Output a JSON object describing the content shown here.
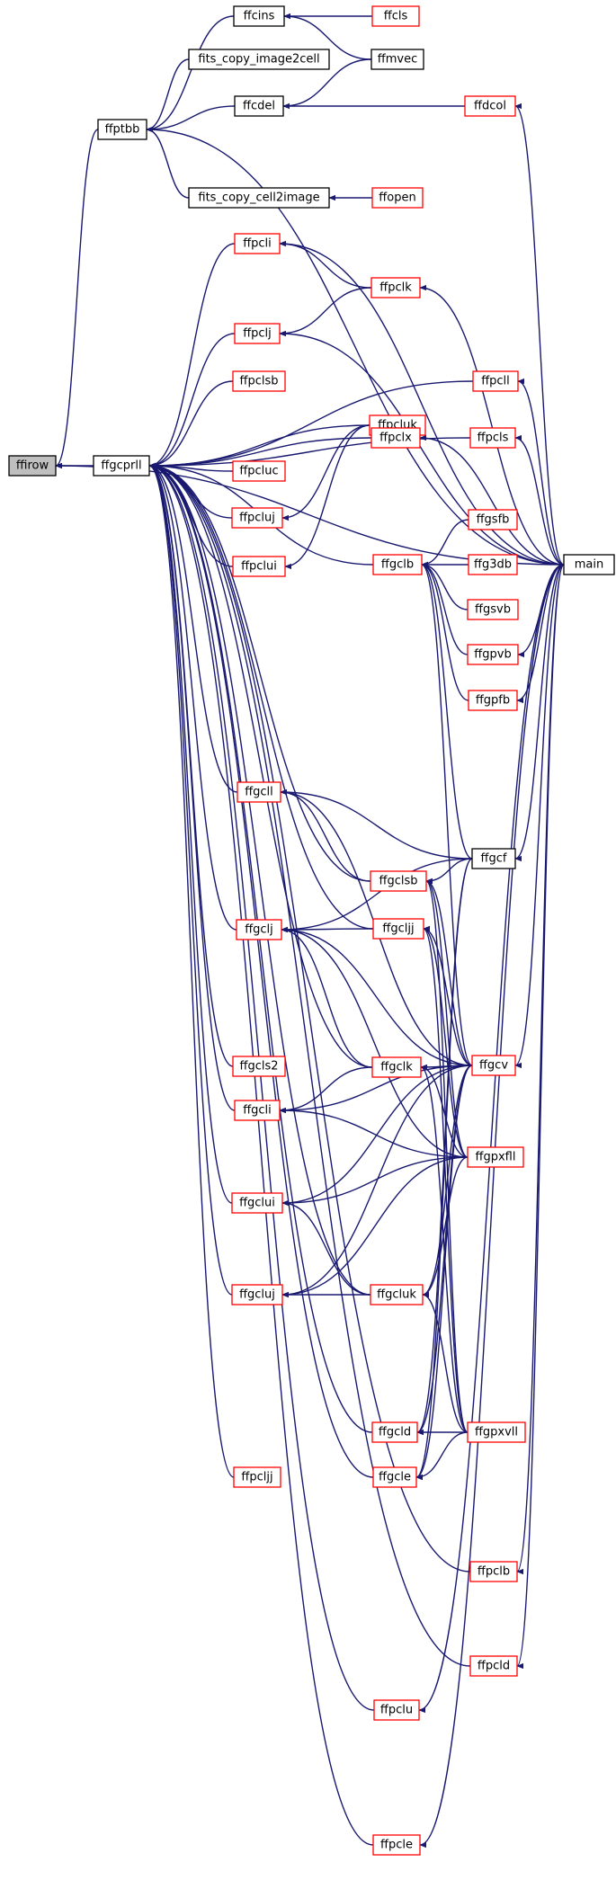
{
  "graph": {
    "nodes": [
      {
        "id": "ffirow",
        "label": "ffirow",
        "style": "focus"
      },
      {
        "id": "ffgcprll",
        "label": "ffgcprll",
        "style": "black"
      },
      {
        "id": "ffptbb",
        "label": "ffptbb",
        "style": "black"
      },
      {
        "id": "ffcins",
        "label": "ffcins",
        "style": "black"
      },
      {
        "id": "fits_copy_image2cell",
        "label": "fits_copy_image2cell",
        "style": "black"
      },
      {
        "id": "ffcdel",
        "label": "ffcdel",
        "style": "black"
      },
      {
        "id": "fits_copy_cell2image",
        "label": "fits_copy_cell2image",
        "style": "black"
      },
      {
        "id": "ffmvec",
        "label": "ffmvec",
        "style": "black"
      },
      {
        "id": "ffgcf",
        "label": "ffgcf",
        "style": "black"
      },
      {
        "id": "main",
        "label": "main",
        "style": "black"
      },
      {
        "id": "ffcls",
        "label": "ffcls",
        "style": "red"
      },
      {
        "id": "ffdcol",
        "label": "ffdcol",
        "style": "red"
      },
      {
        "id": "ffopen",
        "label": "ffopen",
        "style": "red"
      },
      {
        "id": "ffpcli",
        "label": "ffpcli",
        "style": "red"
      },
      {
        "id": "ffpclk",
        "label": "ffpclk",
        "style": "red"
      },
      {
        "id": "ffpclj",
        "label": "ffpclj",
        "style": "red"
      },
      {
        "id": "ffpclsb",
        "label": "ffpclsb",
        "style": "red"
      },
      {
        "id": "ffpcll",
        "label": "ffpcll",
        "style": "red"
      },
      {
        "id": "ffpcluk",
        "label": "ffpcluk",
        "style": "red"
      },
      {
        "id": "ffpcluc",
        "label": "ffpcluc",
        "style": "red"
      },
      {
        "id": "ffpclx",
        "label": "ffpclx",
        "style": "red"
      },
      {
        "id": "ffpcls",
        "label": "ffpcls",
        "style": "red"
      },
      {
        "id": "ffpcluj",
        "label": "ffpcluj",
        "style": "red"
      },
      {
        "id": "ffgclb",
        "label": "ffgclb",
        "style": "red"
      },
      {
        "id": "ffgsfb",
        "label": "ffgsfb",
        "style": "red"
      },
      {
        "id": "ffpclui",
        "label": "ffpclui",
        "style": "red"
      },
      {
        "id": "ffg3db",
        "label": "ffg3db",
        "style": "red"
      },
      {
        "id": "ffgsvb",
        "label": "ffgsvb",
        "style": "red"
      },
      {
        "id": "ffgpvb",
        "label": "ffgpvb",
        "style": "red"
      },
      {
        "id": "ffgpfb",
        "label": "ffgpfb",
        "style": "red"
      },
      {
        "id": "ffgcll",
        "label": "ffgcll",
        "style": "red"
      },
      {
        "id": "ffgclsb",
        "label": "ffgclsb",
        "style": "red"
      },
      {
        "id": "ffgclj",
        "label": "ffgclj",
        "style": "red"
      },
      {
        "id": "ffgcljj",
        "label": "ffgcljj",
        "style": "red"
      },
      {
        "id": "ffgcls2",
        "label": "ffgcls2",
        "style": "red"
      },
      {
        "id": "ffgclk",
        "label": "ffgclk",
        "style": "red"
      },
      {
        "id": "ffgcv",
        "label": "ffgcv",
        "style": "red"
      },
      {
        "id": "ffgcli",
        "label": "ffgcli",
        "style": "red"
      },
      {
        "id": "ffgpxfll",
        "label": "ffgpxfll",
        "style": "red"
      },
      {
        "id": "ffgclui",
        "label": "ffgclui",
        "style": "red"
      },
      {
        "id": "ffgcluj",
        "label": "ffgcluj",
        "style": "red"
      },
      {
        "id": "ffgcluk",
        "label": "ffgcluk",
        "style": "red"
      },
      {
        "id": "ffgcld",
        "label": "ffgcld",
        "style": "red"
      },
      {
        "id": "ffgpxvll",
        "label": "ffgpxvll",
        "style": "red"
      },
      {
        "id": "ffgcle",
        "label": "ffgcle",
        "style": "red"
      },
      {
        "id": "ffpcljj",
        "label": "ffpcljj",
        "style": "red"
      },
      {
        "id": "ffpclb",
        "label": "ffpclb",
        "style": "red"
      },
      {
        "id": "ffpcld",
        "label": "ffpcld",
        "style": "red"
      },
      {
        "id": "ffpclu",
        "label": "ffpclu",
        "style": "red"
      },
      {
        "id": "ffpcle",
        "label": "ffpcle",
        "style": "red"
      }
    ],
    "edges": [
      {
        "from": "ffgcprll",
        "to": "ffirow"
      },
      {
        "from": "ffptbb",
        "to": "ffirow"
      },
      {
        "from": "main",
        "to": "ffirow"
      },
      {
        "from": "ffcins",
        "to": "ffptbb"
      },
      {
        "from": "fits_copy_image2cell",
        "to": "ffptbb"
      },
      {
        "from": "ffcdel",
        "to": "ffptbb"
      },
      {
        "from": "fits_copy_cell2image",
        "to": "ffptbb"
      },
      {
        "from": "main",
        "to": "ffptbb"
      },
      {
        "from": "ffcls",
        "to": "ffcins"
      },
      {
        "from": "ffmvec",
        "to": "ffcins"
      },
      {
        "from": "ffmvec",
        "to": "ffcdel"
      },
      {
        "from": "ffdcol",
        "to": "ffcdel"
      },
      {
        "from": "main",
        "to": "ffdcol"
      },
      {
        "from": "ffopen",
        "to": "fits_copy_cell2image"
      },
      {
        "from": "ffpcli",
        "to": "ffgcprll"
      },
      {
        "from": "ffpclj",
        "to": "ffgcprll"
      },
      {
        "from": "ffpclsb",
        "to": "ffgcprll"
      },
      {
        "from": "ffpcluc",
        "to": "ffgcprll"
      },
      {
        "from": "ffpcluj",
        "to": "ffgcprll"
      },
      {
        "from": "ffpclui",
        "to": "ffgcprll"
      },
      {
        "from": "ffpcluk",
        "to": "ffgcprll"
      },
      {
        "from": "ffpcll",
        "to": "ffgcprll"
      },
      {
        "from": "ffpclx",
        "to": "ffgcprll"
      },
      {
        "from": "ffpcls",
        "to": "ffgcprll"
      },
      {
        "from": "ffgclb",
        "to": "ffgcprll"
      },
      {
        "from": "ffgcll",
        "to": "ffgcprll"
      },
      {
        "from": "ffgclsb",
        "to": "ffgcprll"
      },
      {
        "from": "ffgclj",
        "to": "ffgcprll"
      },
      {
        "from": "ffgcljj",
        "to": "ffgcprll"
      },
      {
        "from": "ffgcls2",
        "to": "ffgcprll"
      },
      {
        "from": "ffgclk",
        "to": "ffgcprll"
      },
      {
        "from": "ffgcli",
        "to": "ffgcprll"
      },
      {
        "from": "ffgclui",
        "to": "ffgcprll"
      },
      {
        "from": "ffgcluj",
        "to": "ffgcprll"
      },
      {
        "from": "ffgcluk",
        "to": "ffgcprll"
      },
      {
        "from": "ffgcld",
        "to": "ffgcprll"
      },
      {
        "from": "ffgcle",
        "to": "ffgcprll"
      },
      {
        "from": "ffpcljj",
        "to": "ffgcprll"
      },
      {
        "from": "ffpclb",
        "to": "ffgcprll"
      },
      {
        "from": "ffpcld",
        "to": "ffgcprll"
      },
      {
        "from": "ffpclu",
        "to": "ffgcprll"
      },
      {
        "from": "ffpcle",
        "to": "ffgcprll"
      },
      {
        "from": "ffpclk",
        "to": "ffpcli"
      },
      {
        "from": "main",
        "to": "ffpcli"
      },
      {
        "from": "ffpclk",
        "to": "ffpclj"
      },
      {
        "from": "main",
        "to": "ffpclj"
      },
      {
        "from": "main",
        "to": "ffpclk"
      },
      {
        "from": "main",
        "to": "ffpcll"
      },
      {
        "from": "main",
        "to": "ffpclx"
      },
      {
        "from": "main",
        "to": "ffpcls"
      },
      {
        "from": "ffpcluk",
        "to": "ffpcluj"
      },
      {
        "from": "ffpcluk",
        "to": "ffpclui"
      },
      {
        "from": "ffgsfb",
        "to": "ffgclb"
      },
      {
        "from": "ffg3db",
        "to": "ffgclb"
      },
      {
        "from": "ffgsvb",
        "to": "ffgclb"
      },
      {
        "from": "ffgpvb",
        "to": "ffgclb"
      },
      {
        "from": "ffgpfb",
        "to": "ffgclb"
      },
      {
        "from": "ffgcf",
        "to": "ffgclb"
      },
      {
        "from": "ffgcv",
        "to": "ffgclb"
      },
      {
        "from": "main",
        "to": "ffgpvb"
      },
      {
        "from": "main",
        "to": "ffgpfb"
      },
      {
        "from": "ffgclsb",
        "to": "ffgcll"
      },
      {
        "from": "ffgcf",
        "to": "ffgcll"
      },
      {
        "from": "ffgcv",
        "to": "ffgcll"
      },
      {
        "from": "ffgcf",
        "to": "ffgclsb"
      },
      {
        "from": "ffgcv",
        "to": "ffgclsb"
      },
      {
        "from": "ffgpxfll",
        "to": "ffgclsb"
      },
      {
        "from": "ffgpxvll",
        "to": "ffgclsb"
      },
      {
        "from": "ffgcljj",
        "to": "ffgclj"
      },
      {
        "from": "ffgclk",
        "to": "ffgclj"
      },
      {
        "from": "ffgcf",
        "to": "ffgclj"
      },
      {
        "from": "ffgcv",
        "to": "ffgclj"
      },
      {
        "from": "ffgpxfll",
        "to": "ffgclj"
      },
      {
        "from": "ffgcv",
        "to": "ffgcljj"
      },
      {
        "from": "ffgpxfll",
        "to": "ffgcljj"
      },
      {
        "from": "ffgpxvll",
        "to": "ffgcljj"
      },
      {
        "from": "ffgcv",
        "to": "ffgclk"
      },
      {
        "from": "ffgpxfll",
        "to": "ffgclk"
      },
      {
        "from": "ffgpxvll",
        "to": "ffgclk"
      },
      {
        "from": "ffgclk",
        "to": "ffgcli"
      },
      {
        "from": "ffgcv",
        "to": "ffgcli"
      },
      {
        "from": "ffgpxfll",
        "to": "ffgcli"
      },
      {
        "from": "ffgcluk",
        "to": "ffgclui"
      },
      {
        "from": "ffgcv",
        "to": "ffgclui"
      },
      {
        "from": "ffgpxfll",
        "to": "ffgclui"
      },
      {
        "from": "ffgcluk",
        "to": "ffgcluj"
      },
      {
        "from": "ffgcv",
        "to": "ffgcluj"
      },
      {
        "from": "ffgpxfll",
        "to": "ffgcluj"
      },
      {
        "from": "ffgcv",
        "to": "ffgcluk"
      },
      {
        "from": "ffgpxfll",
        "to": "ffgcluk"
      },
      {
        "from": "ffgpxvll",
        "to": "ffgcluk"
      },
      {
        "from": "ffgpxvll",
        "to": "ffgcld"
      },
      {
        "from": "ffgcf",
        "to": "ffgcld"
      },
      {
        "from": "ffgcv",
        "to": "ffgcld"
      },
      {
        "from": "ffgpxvll",
        "to": "ffgcle"
      },
      {
        "from": "ffgcf",
        "to": "ffgcle"
      },
      {
        "from": "ffgcv",
        "to": "ffgcle"
      },
      {
        "from": "main",
        "to": "ffgcf"
      },
      {
        "from": "main",
        "to": "ffgcv"
      },
      {
        "from": "main",
        "to": "ffpclb"
      },
      {
        "from": "main",
        "to": "ffpcld"
      },
      {
        "from": "main",
        "to": "ffpclu"
      },
      {
        "from": "main",
        "to": "ffpcle"
      }
    ]
  }
}
